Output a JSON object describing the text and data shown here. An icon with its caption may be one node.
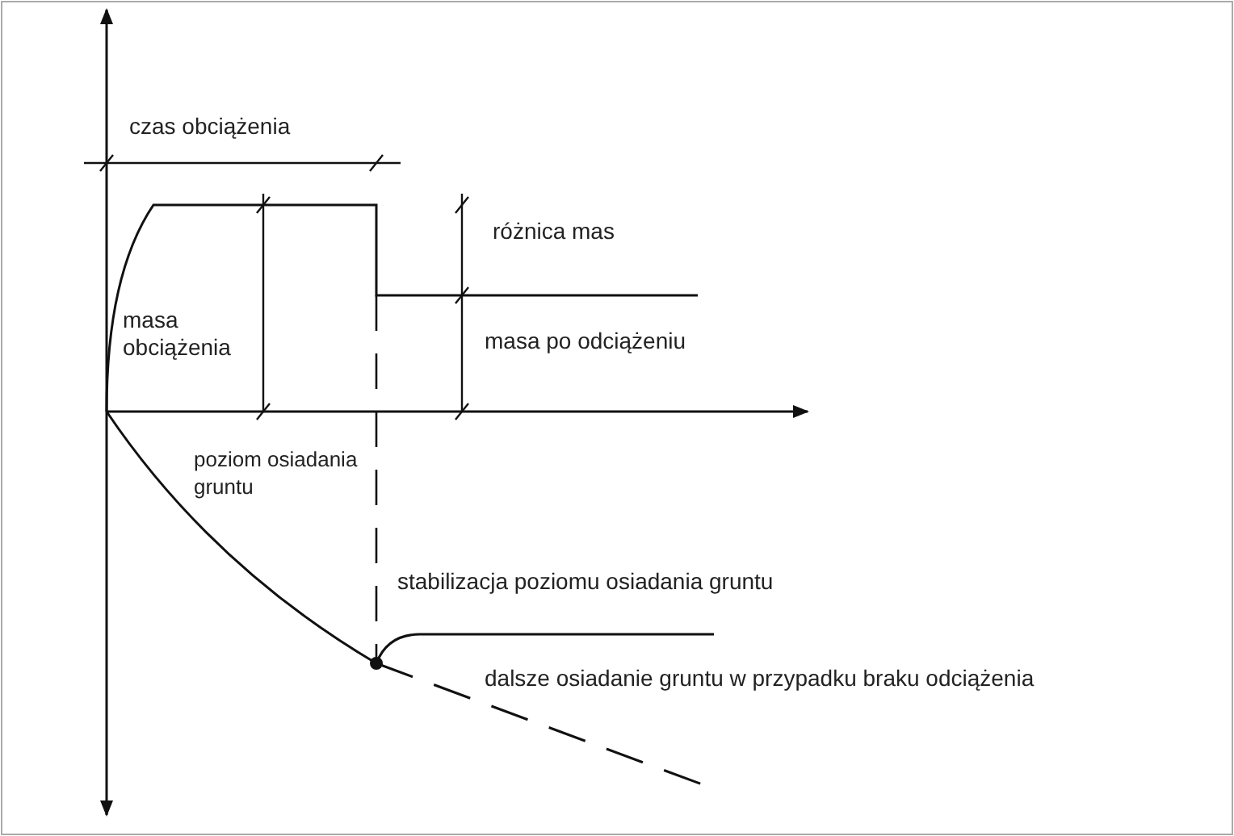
{
  "diagram": {
    "labels": [
      "czas obciążenia",
      "różnica mas",
      "masa obciążenia",
      "masa po odciążeniu",
      "poziom osiadania gruntu",
      "stabilizacja poziomu osiadania gruntu",
      "dalsze osiadanie gruntu w przypadku braku odciążenia"
    ]
  }
}
